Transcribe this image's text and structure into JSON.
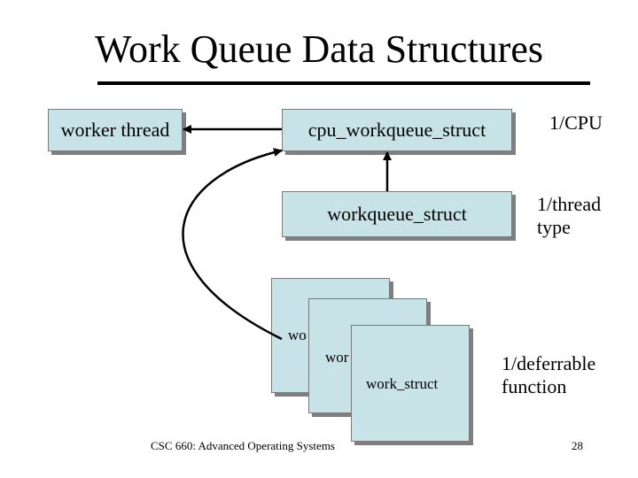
{
  "title": "Work Queue Data Structures",
  "boxes": {
    "worker_thread": "worker thread",
    "cpu_workqueue_struct": "cpu_workqueue_struct",
    "workqueue_struct": "workqueue_struct"
  },
  "work_structs": [
    "wo",
    "wor",
    "work_struct"
  ],
  "annotations": {
    "per_cpu": "1/CPU",
    "per_thread_type_line1": "1/thread",
    "per_thread_type_line2": "type",
    "per_function_line1": "1/deferrable",
    "per_function_line2": "function"
  },
  "footer": "CSC 660: Advanced Operating Systems",
  "page_number": "28"
}
